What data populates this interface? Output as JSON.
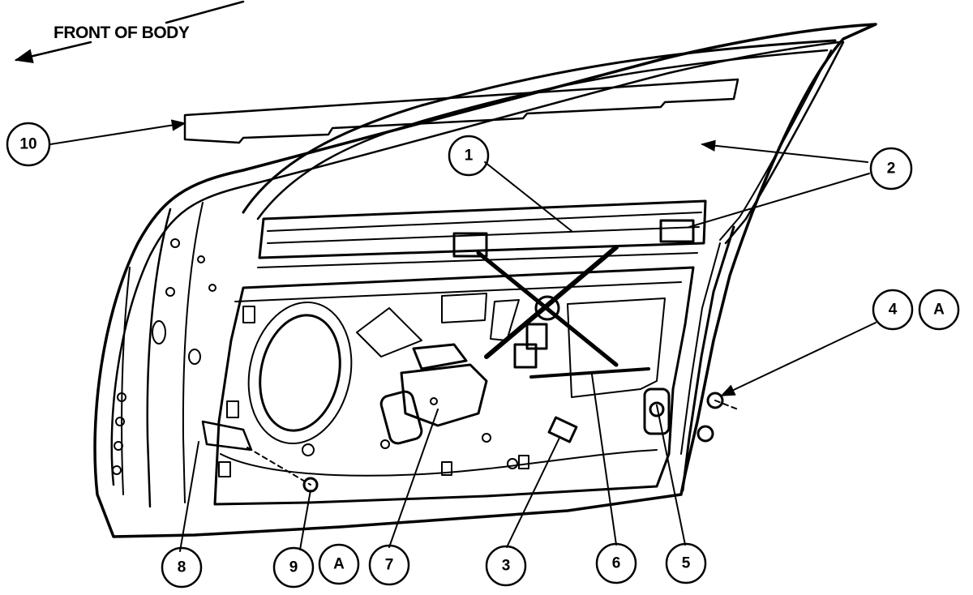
{
  "header": {
    "front_label": "FRONT OF BODY"
  },
  "callouts": {
    "c1": "1",
    "c2": "2",
    "c3": "3",
    "c4": "4",
    "c4a": "A",
    "c5": "5",
    "c6": "6",
    "c7": "7",
    "c8": "8",
    "c9": "9",
    "c9a": "A",
    "c10": "10"
  }
}
